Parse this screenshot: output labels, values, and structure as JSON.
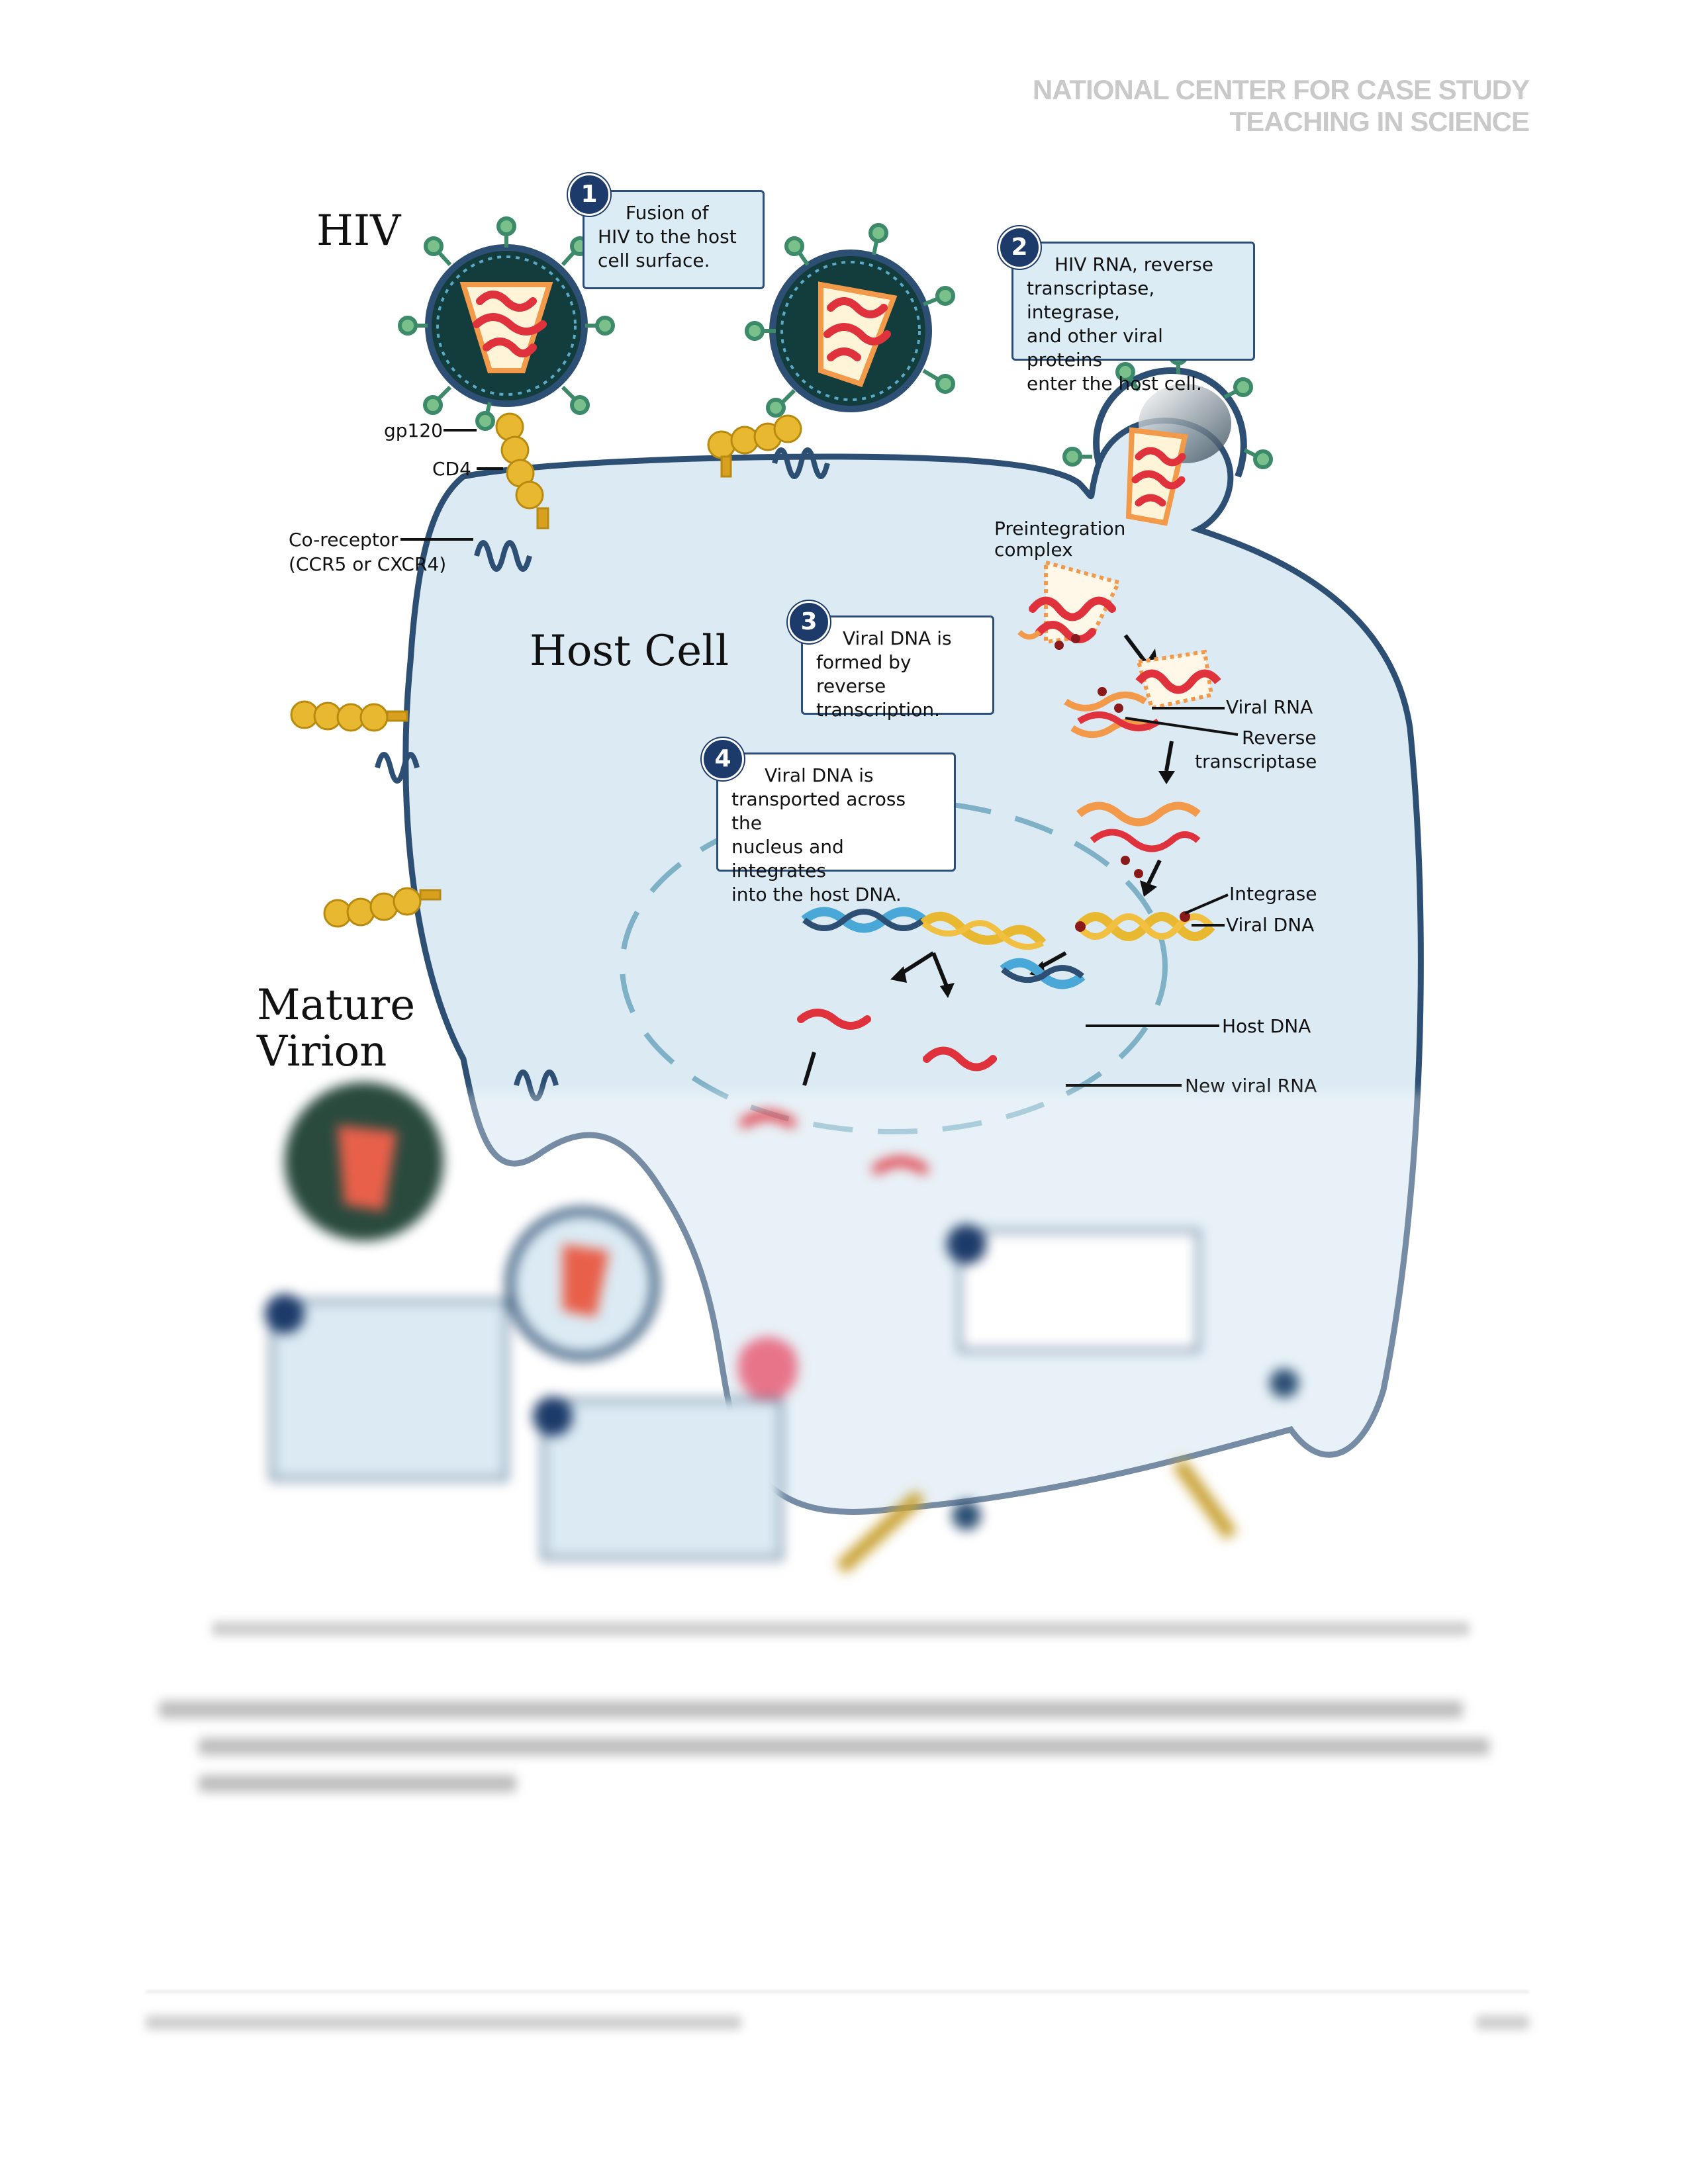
{
  "header": "NATIONAL CENTER FOR CASE STUDY TEACHING IN SCIENCE",
  "figure": {
    "titles": {
      "hiv": "HIV",
      "host_cell": "Host Cell",
      "mature_virion_1": "Mature",
      "mature_virion_2": "Virion"
    },
    "steps": [
      {
        "number": "1",
        "lines": [
          "Fusion of",
          "HIV to the host",
          "cell surface."
        ]
      },
      {
        "number": "2",
        "lines": [
          "HIV RNA, reverse",
          "transcriptase, integrase,",
          "and other viral proteins",
          "enter the host cell."
        ]
      },
      {
        "number": "3",
        "lines": [
          "Viral DNA is",
          "formed by reverse",
          "transcription."
        ]
      },
      {
        "number": "4",
        "lines": [
          "Viral DNA is",
          "transported across the",
          "nucleus and integrates",
          "into the host DNA."
        ]
      }
    ],
    "labels": {
      "gp120": "gp120",
      "cd4": "CD4",
      "coreceptor_1": "Co-receptor",
      "coreceptor_2": "(CCR5 or CXCR4)",
      "preintegration_1": "Preintegration",
      "preintegration_2": "complex",
      "viral_rna": "Viral RNA",
      "reverse_1": "Reverse",
      "reverse_2": "transcriptase",
      "integrase": "Integrase",
      "viral_dna": "Viral DNA",
      "host_dna": "Host DNA",
      "new_viral_rna": "New viral RNA"
    },
    "colors": {
      "cell_fill": "#dbeaf3",
      "cell_border": "#2c4f73",
      "nucleus_dash": "#7fb1c6",
      "virion_dark": "#133c3c",
      "capsid_orange": "#f2994a",
      "rna_red": "#e0323c",
      "receptor_yellow": "#e8b830",
      "dna_blue": "#4aa8d8",
      "step_circle": "#1d3b6a"
    }
  }
}
